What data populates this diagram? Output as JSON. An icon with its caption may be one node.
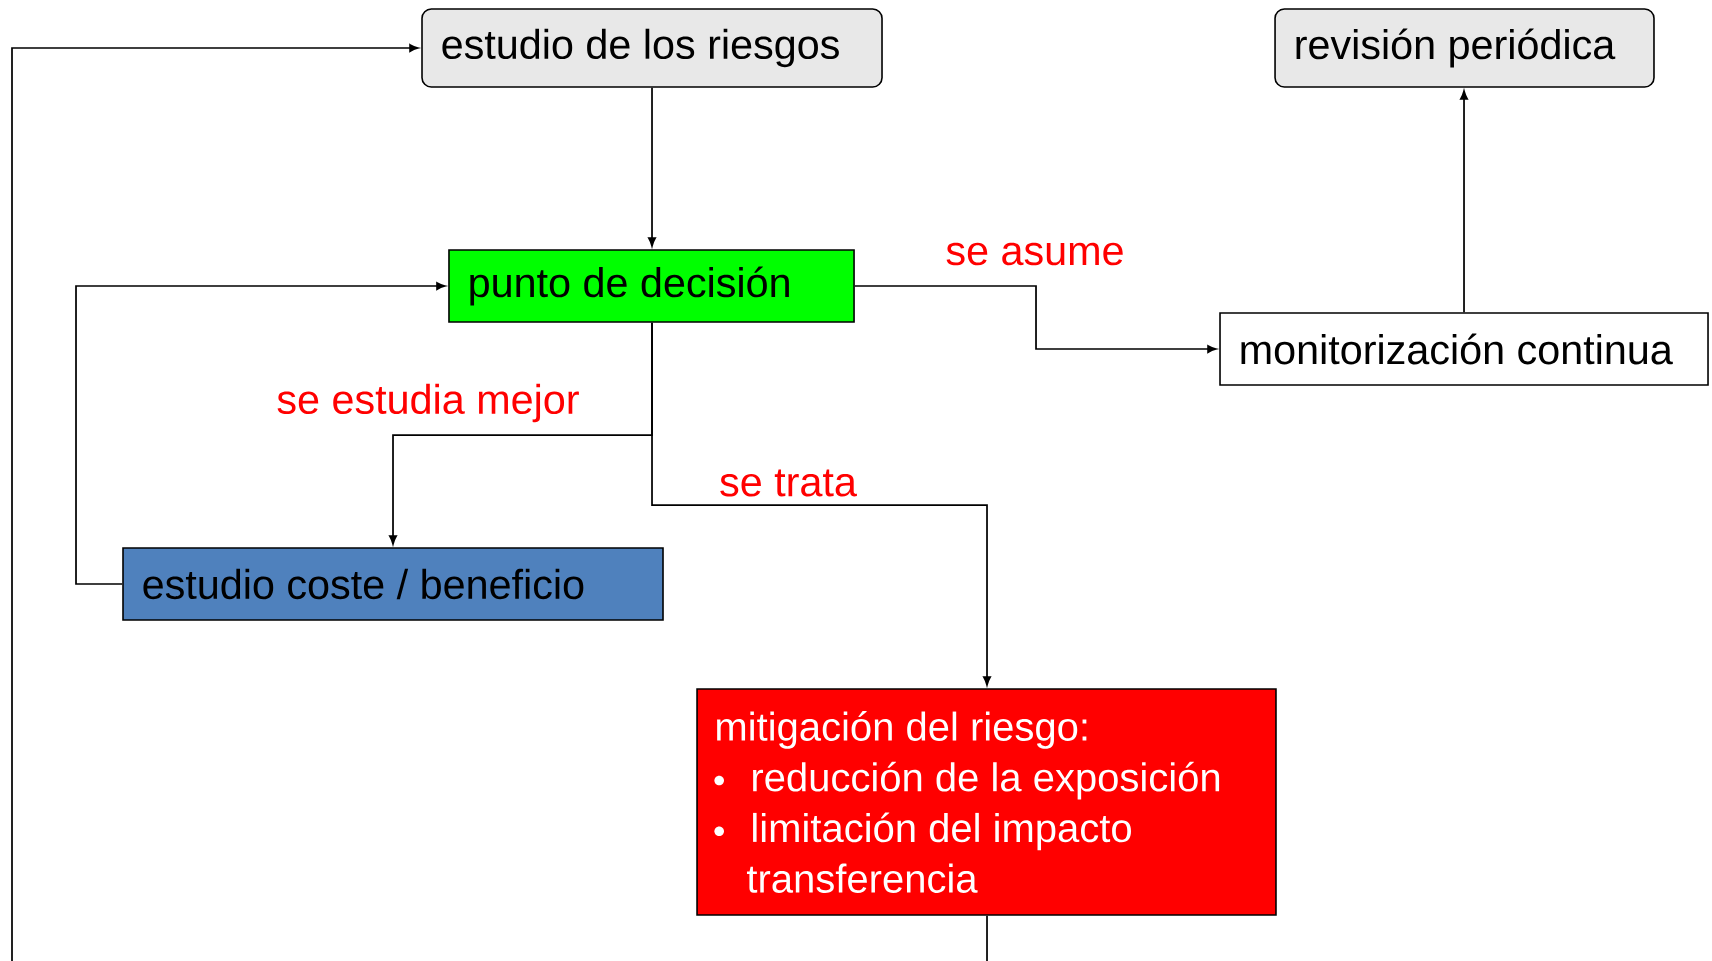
{
  "diagram": {
    "nodes": [
      {
        "text": [
          "estudio de los riesgos"
        ]
      },
      {
        "text": [
          "revisión periódica"
        ]
      },
      {
        "text": [
          "punto de decisión"
        ]
      },
      {
        "text": [
          "monitorización continua"
        ]
      },
      {
        "text": [
          "estudio coste / beneficio"
        ]
      },
      {
        "text": [
          "mitigación del riesgo:",
          "reducción de la exposición",
          "limitación del impacto",
          "transferencia"
        ]
      }
    ],
    "edges": [
      {
        "from": 0,
        "to": 2,
        "arrow": "to"
      },
      {
        "from": 2,
        "to": 3,
        "arrow": "to",
        "label": "se asume"
      },
      {
        "from": 2,
        "to": 4,
        "arrow": "to",
        "label": "se estudia mejor"
      },
      {
        "from": 2,
        "to": 5,
        "arrow": "to",
        "label": "se trata"
      },
      {
        "from": 4,
        "to": 2,
        "arrow": "to"
      },
      {
        "from": 3,
        "to": 1,
        "arrow": "to"
      },
      {
        "from": 5,
        "to": 0,
        "arrow": "to"
      }
    ]
  }
}
